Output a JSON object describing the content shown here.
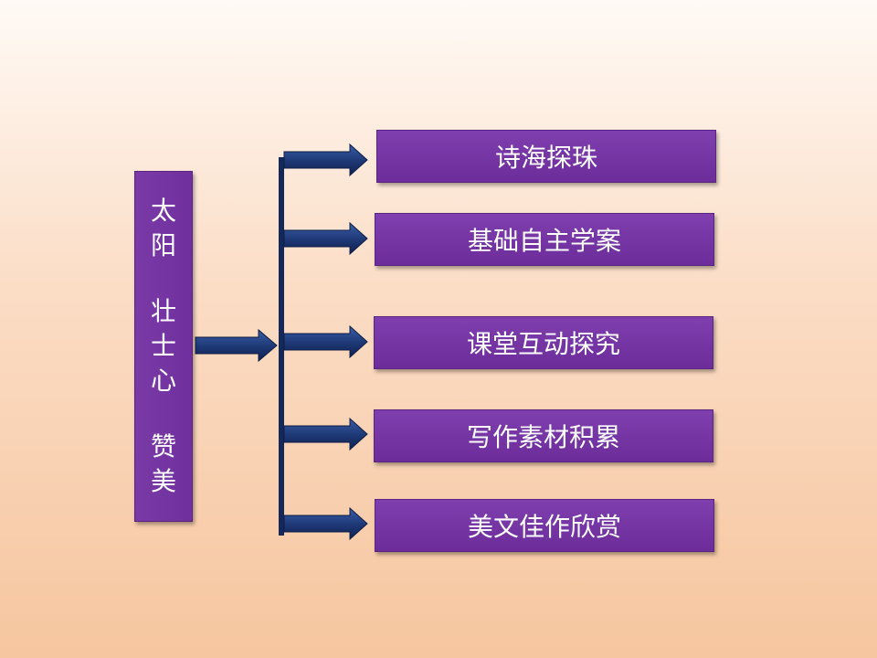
{
  "title": {
    "groups": [
      [
        "太",
        "阳"
      ],
      [
        "壮",
        "士",
        "心"
      ],
      [
        "赞",
        "美"
      ]
    ]
  },
  "items": [
    {
      "label": "诗海探珠"
    },
    {
      "label": "基础自主学案"
    },
    {
      "label": "课堂互动探究"
    },
    {
      "label": "写作素材积累"
    },
    {
      "label": "美文佳作欣赏"
    }
  ],
  "colors": {
    "box_fill": "#7030a0",
    "arrow_fill": "#1f3a78",
    "text": "#ffffff"
  }
}
